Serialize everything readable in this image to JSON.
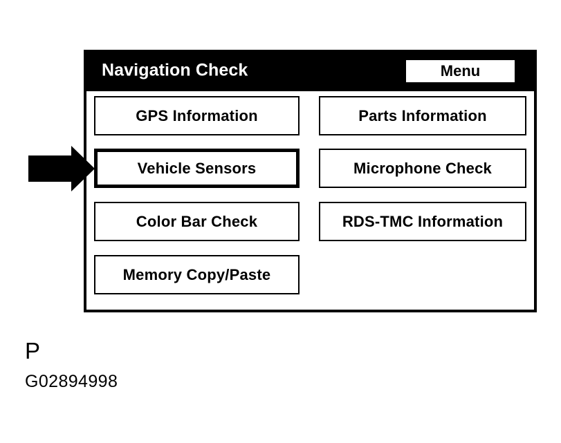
{
  "panel": {
    "header": {
      "title": "Navigation Check",
      "menu_button_label": "Menu",
      "background_color": "#000000",
      "text_color": "#ffffff"
    },
    "body": {
      "background_color": "#ffffff",
      "border_color": "#000000"
    },
    "buttons": {
      "left_column": [
        {
          "label": "GPS Information",
          "selected": false
        },
        {
          "label": "Vehicle Sensors",
          "selected": true
        },
        {
          "label": "Color Bar Check",
          "selected": false
        },
        {
          "label": "Memory Copy/Paste",
          "selected": false
        }
      ],
      "right_column": [
        {
          "label": "Parts Information",
          "selected": false
        },
        {
          "label": "Microphone Check",
          "selected": false
        },
        {
          "label": "RDS-TMC Information",
          "selected": false
        }
      ]
    }
  },
  "annotation": {
    "arrow_icon": "right-arrow-icon",
    "arrow_target": "Vehicle Sensors",
    "arrow_color": "#000000"
  },
  "caption": {
    "label": "P",
    "figure_id": "G02894998"
  }
}
